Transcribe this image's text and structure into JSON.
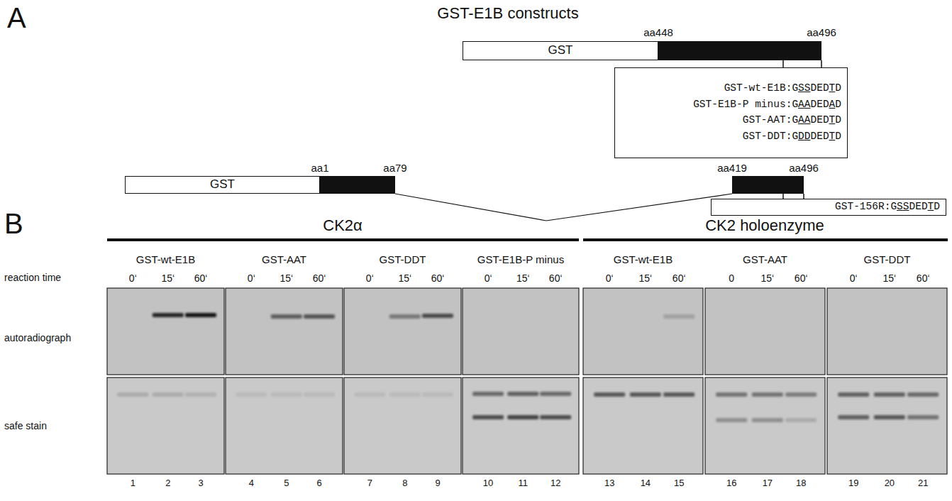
{
  "diagram": {
    "nodes": [
      {
        "text": [
          "GST"
        ]
      },
      {
        "text": [
          "GST-wt-E1B:GSSDEDTD",
          "GST-E1B-P minus:GAADEDAD",
          "GST-AAT:GAADEDTD",
          "GST-DDT:GDDDEDTD"
        ]
      },
      {
        "text": [
          "GST"
        ]
      },
      {
        "text": [
          "GST-156R:GSSDEDTD"
        ]
      }
    ],
    "labels": [
      "A",
      "GST-E1B constructs",
      "aa448",
      "aa496",
      "aa1",
      "aa79",
      "aa419",
      "aa496",
      "B",
      "CK2α",
      "CK2 holoenzyme",
      "GST-wt-E1B",
      "GST-AAT",
      "GST-DDT",
      "GST-E1B-P minus",
      "GST-wt-E1B",
      "GST-AAT",
      "GST-DDT",
      "reaction time",
      "0‘",
      "15‘",
      "60‘",
      "0‘",
      "15‘",
      "60‘",
      "0‘",
      "15‘",
      "60‘",
      "0‘",
      "15‘",
      "60‘",
      "0‘",
      "15‘",
      "60‘",
      "0",
      "15‘",
      "60‘",
      "0‘",
      "15‘",
      "60‘",
      "autoradiograph",
      "safe stain",
      "1",
      "2",
      "3",
      "4",
      "5",
      "6",
      "7",
      "8",
      "9",
      "10",
      "11",
      "12",
      "13",
      "14",
      "15",
      "16",
      "17",
      "18",
      "19",
      "20",
      "21"
    ]
  }
}
